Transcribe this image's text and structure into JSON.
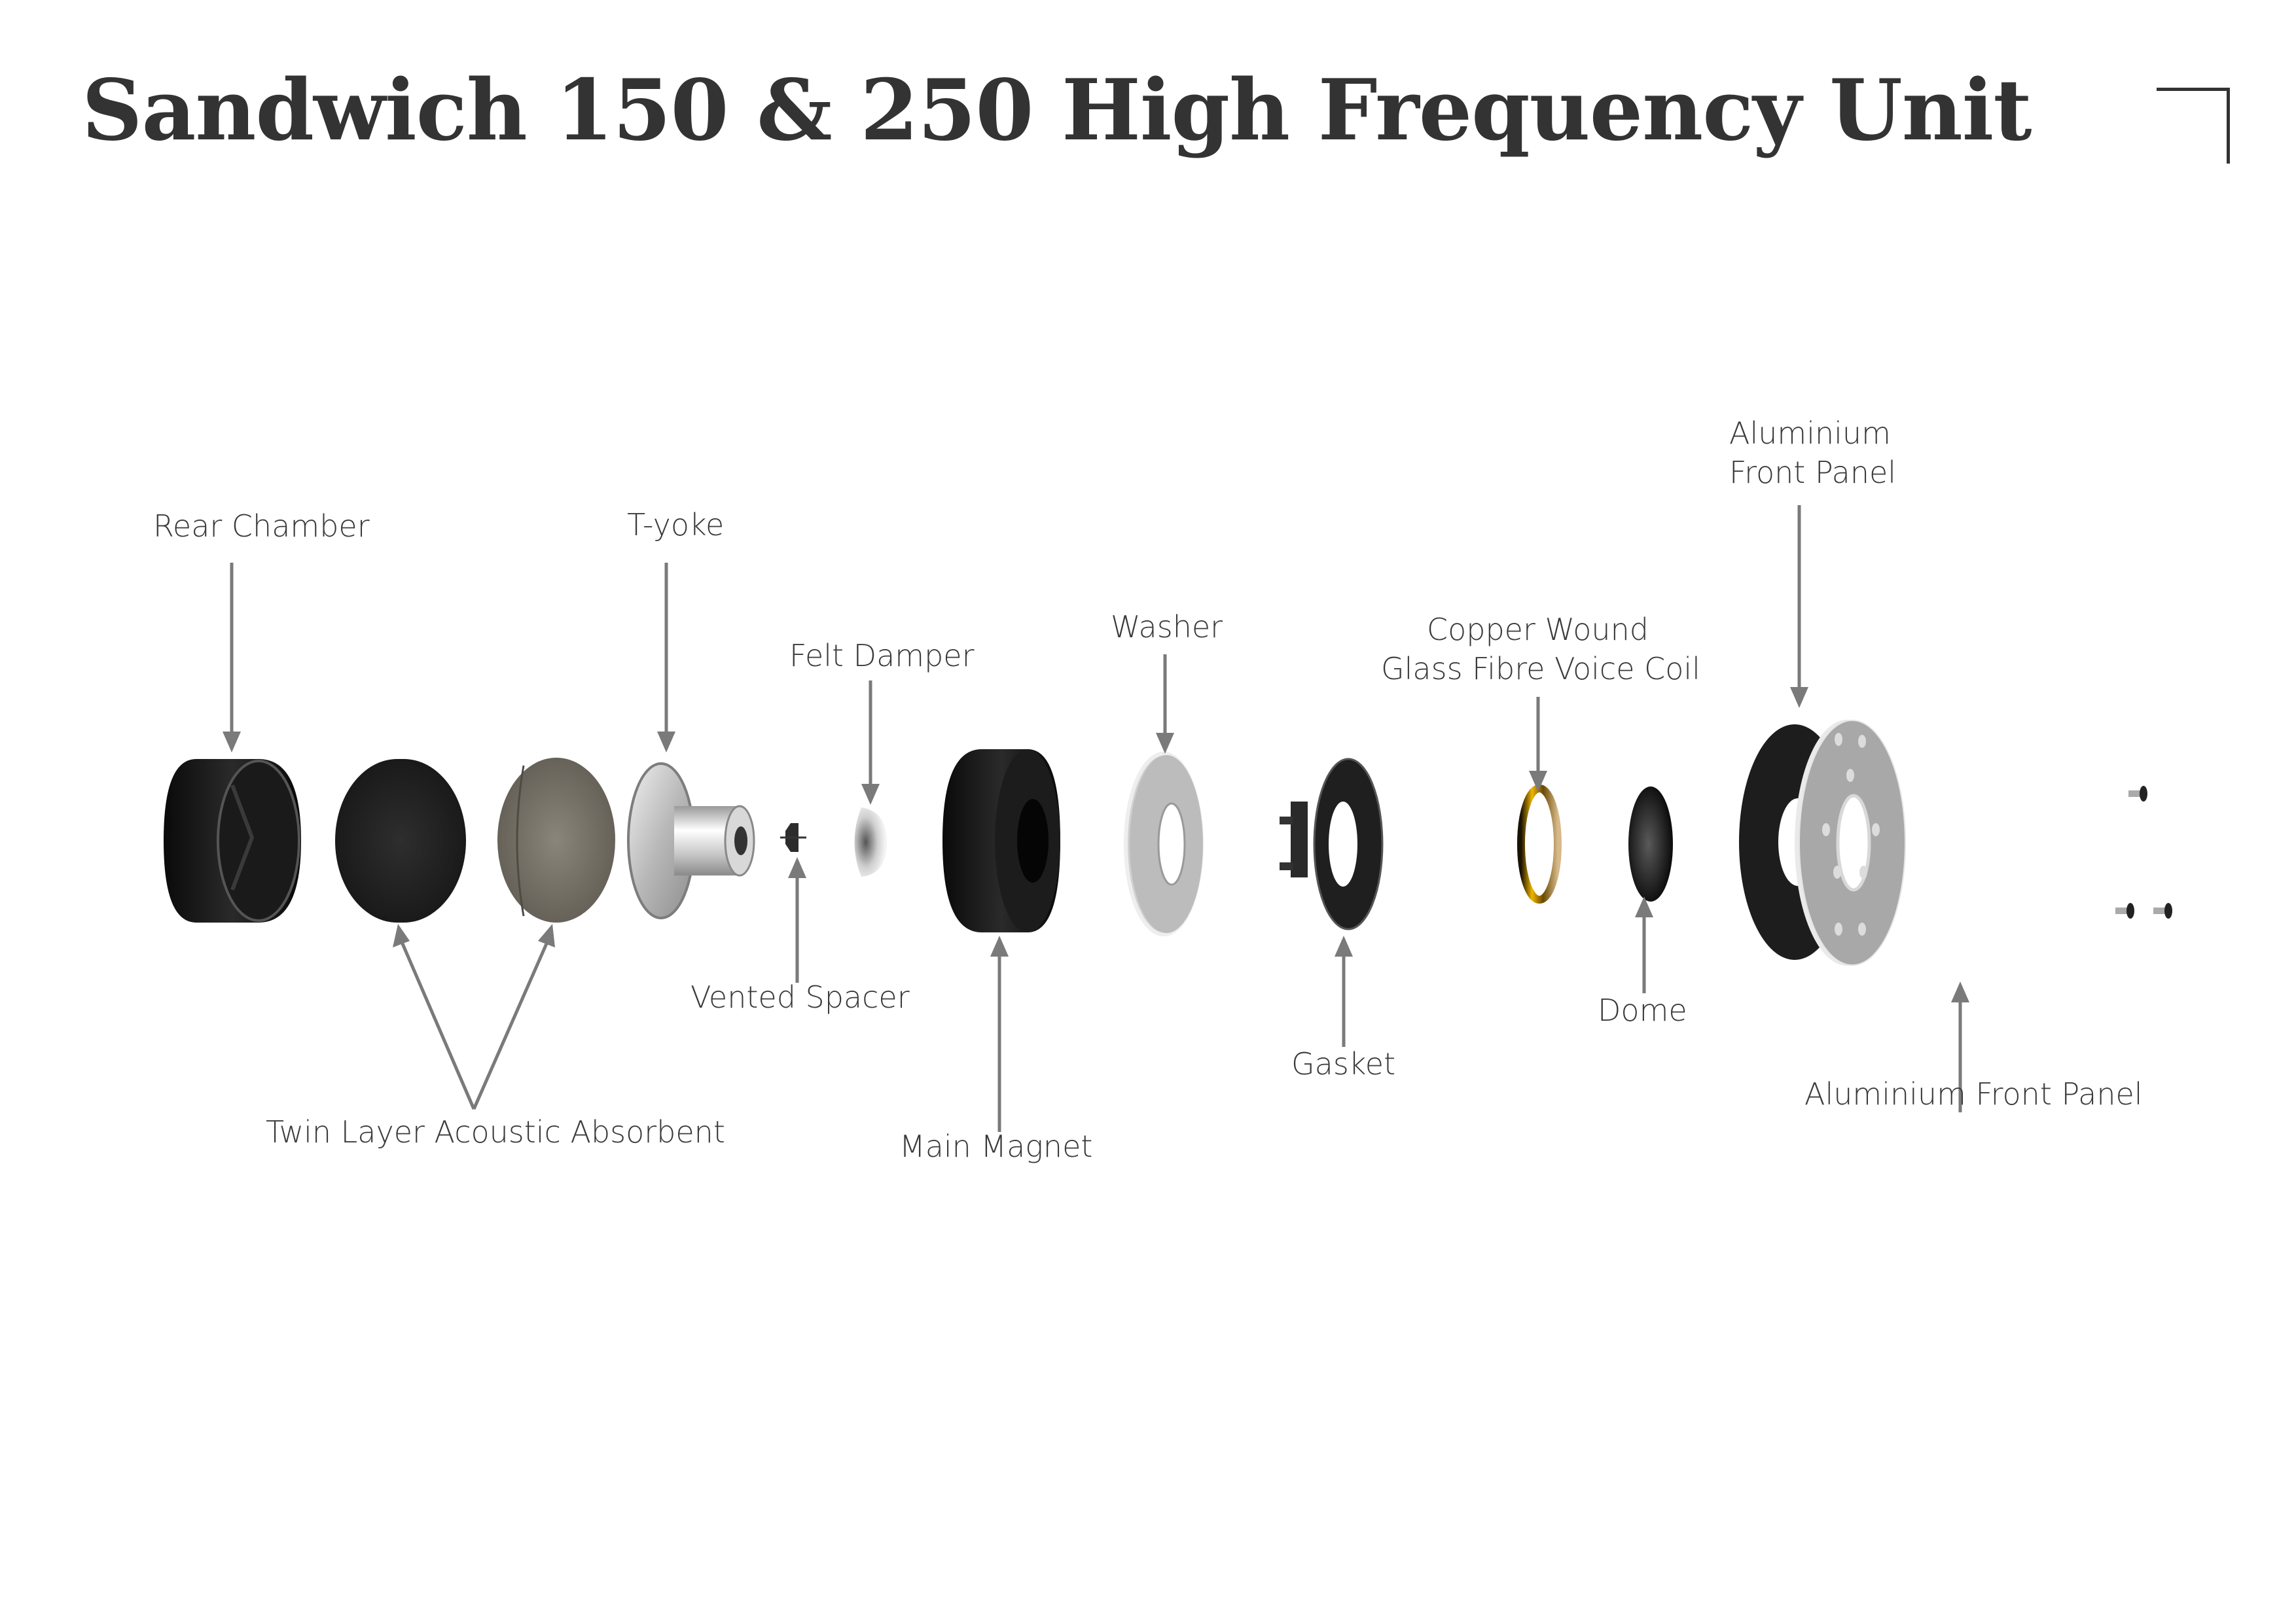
{
  "title": "Sandwich 150 & 250 High Frequency Unit",
  "colors": {
    "title": "#333333",
    "label": "#3a3a3a",
    "leader": "#7a7a7a",
    "background": "#ffffff"
  },
  "components": [
    {
      "id": "rear-chamber",
      "label_lines": [
        "Rear Chamber"
      ]
    },
    {
      "id": "absorbent-outer",
      "label_lines": [
        "Twin Layer Acoustic Absorbent"
      ]
    },
    {
      "id": "absorbent-inner",
      "label_lines": [
        "Twin Layer Acoustic Absorbent"
      ]
    },
    {
      "id": "t-yoke",
      "label_lines": [
        "T-yoke"
      ]
    },
    {
      "id": "vented-spacer",
      "label_lines": [
        "Vented Spacer"
      ]
    },
    {
      "id": "felt-damper",
      "label_lines": [
        "Felt Damper"
      ]
    },
    {
      "id": "main-magnet",
      "label_lines": [
        "Main Magnet"
      ]
    },
    {
      "id": "washer",
      "label_lines": [
        "Washer"
      ]
    },
    {
      "id": "gasket",
      "label_lines": [
        "Gasket"
      ]
    },
    {
      "id": "voice-coil",
      "label_lines": [
        "Copper Wound",
        "Glass Fibre Voice Coil"
      ]
    },
    {
      "id": "dome",
      "label_lines": [
        "Dome"
      ]
    },
    {
      "id": "front-felt",
      "label_lines": [
        "Aluminium",
        "Front Panel"
      ]
    },
    {
      "id": "front-panel",
      "label_lines": [
        "Aluminium Front Panel"
      ]
    },
    {
      "id": "screws",
      "label_lines": []
    }
  ],
  "labels": {
    "rear_chamber": "Rear Chamber",
    "t_yoke": "T-yoke",
    "felt_damper": "Felt Damper",
    "washer": "Washer",
    "voice_coil_1": "Copper Wound",
    "voice_coil_2": "Glass Fibre Voice Coil",
    "aluminium_top_1": "Aluminium",
    "aluminium_top_2": "Front Panel",
    "vented_spacer": "Vented Spacer",
    "twin_layer": "Twin Layer Acoustic Absorbent",
    "main_magnet": "Main Magnet",
    "gasket": "Gasket",
    "dome": "Dome",
    "aluminium_bottom": "Aluminium Front Panel"
  }
}
